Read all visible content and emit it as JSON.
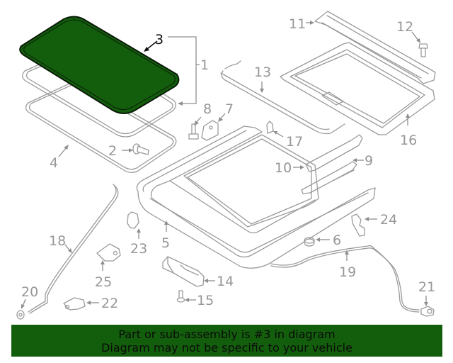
{
  "diagram": {
    "title": "Sunroof assembly exploded parts diagram",
    "highlight_color": "#135e0c",
    "line_color": "#9a9a9a",
    "highlighted_part": "3",
    "callouts": [
      {
        "id": "1",
        "label": "1",
        "part": "sunroof-glass-assembly-bracket"
      },
      {
        "id": "2",
        "label": "2",
        "part": "screw"
      },
      {
        "id": "3",
        "label": "3",
        "part": "glass-panel",
        "highlighted": true
      },
      {
        "id": "4",
        "label": "4",
        "part": "weatherstrip"
      },
      {
        "id": "5",
        "label": "5",
        "part": "sunroof-frame"
      },
      {
        "id": "6",
        "label": "6",
        "part": "grommet"
      },
      {
        "id": "7",
        "label": "7",
        "part": "bracket"
      },
      {
        "id": "8",
        "label": "8",
        "part": "bolt"
      },
      {
        "id": "9",
        "label": "9",
        "part": "guide-rail"
      },
      {
        "id": "10",
        "label": "10",
        "part": "guide-rail"
      },
      {
        "id": "11",
        "label": "11",
        "part": "wind-deflector"
      },
      {
        "id": "12",
        "label": "12",
        "part": "bolt"
      },
      {
        "id": "13",
        "label": "13",
        "part": "deflector"
      },
      {
        "id": "14",
        "label": "14",
        "part": "motor"
      },
      {
        "id": "15",
        "label": "15",
        "part": "screw"
      },
      {
        "id": "16",
        "label": "16",
        "part": "sunshade"
      },
      {
        "id": "17",
        "label": "17",
        "part": "clip"
      },
      {
        "id": "18",
        "label": "18",
        "part": "drain-hose"
      },
      {
        "id": "19",
        "label": "19",
        "part": "drain-hose"
      },
      {
        "id": "20",
        "label": "20",
        "part": "grommet"
      },
      {
        "id": "21",
        "label": "21",
        "part": "connector"
      },
      {
        "id": "22",
        "label": "22",
        "part": "clip"
      },
      {
        "id": "23",
        "label": "23",
        "part": "clip"
      },
      {
        "id": "24",
        "label": "24",
        "part": "bracket"
      },
      {
        "id": "25",
        "label": "25",
        "part": "bracket"
      }
    ]
  },
  "banner": {
    "line1": "Part or sub-assembly is #3 in diagram",
    "line2": "Diagram may not be specific to your vehicle",
    "background": "#135e0c"
  }
}
